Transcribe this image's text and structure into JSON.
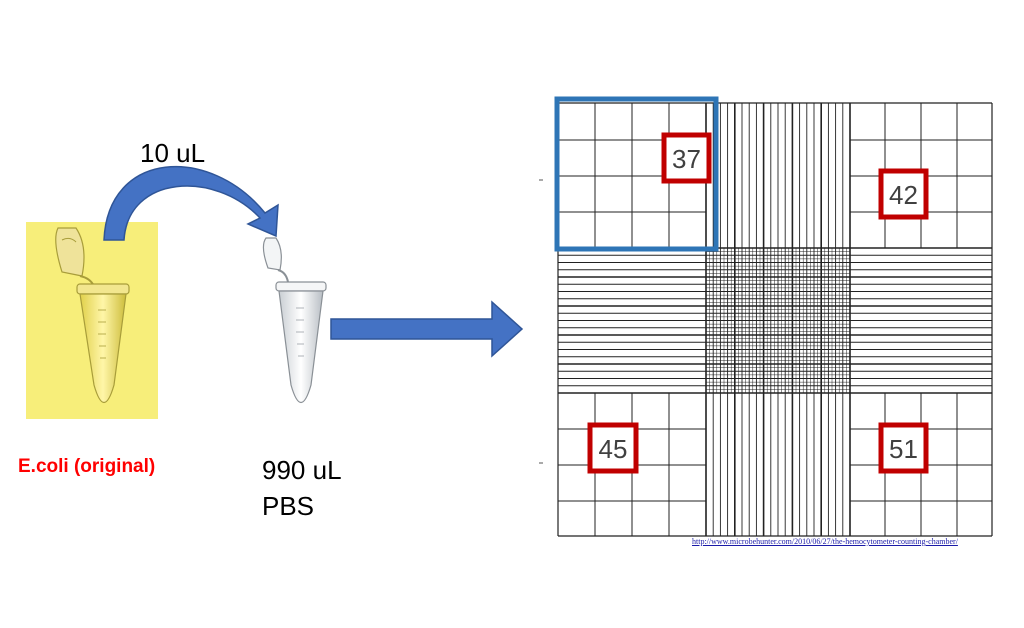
{
  "colors": {
    "highlight": "#f7ee7a",
    "arrow_fill": "#4472c4",
    "arrow_edge": "#2f5597",
    "square_outline": "#2e75b6",
    "count_box": "#c00000",
    "original_label": "#ff0000",
    "grid": "#222222"
  },
  "transfer": {
    "volume_label": "10 uL"
  },
  "original_tube": {
    "label": "E.coli (original)"
  },
  "diluted_tube": {
    "line1": "990 uL",
    "line2": "PBS"
  },
  "hemocytometer": {
    "counts": {
      "top_left": "37",
      "top_right": "42",
      "bottom_left": "45",
      "bottom_right": "51"
    },
    "source_link": "http://www.microbehunter.com/2010/06/27/the-hemocytometer-counting-chamber/"
  },
  "icons": [
    "curved-arrow-icon",
    "microcentrifuge-tube-icon",
    "right-arrow-icon"
  ]
}
